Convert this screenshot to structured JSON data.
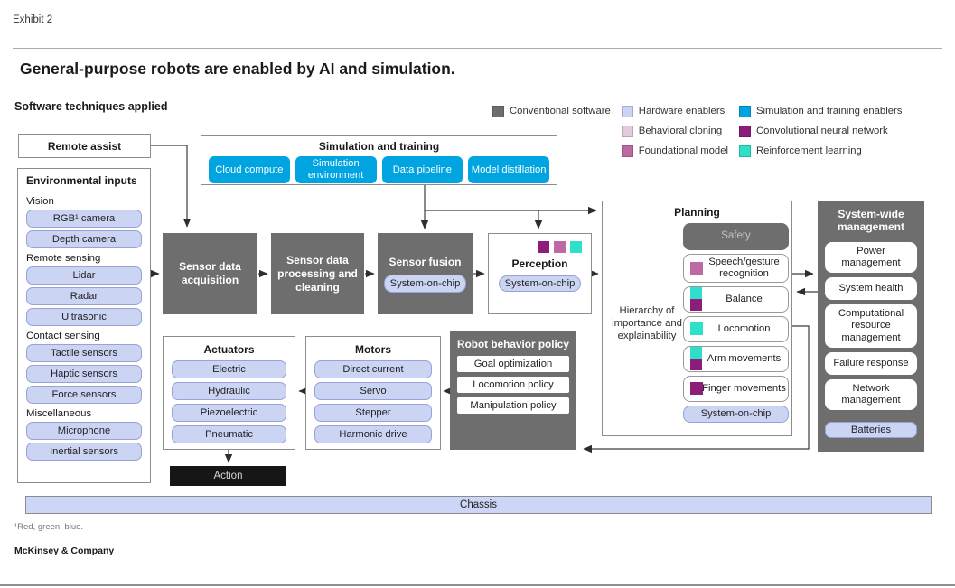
{
  "exhibit_label": "Exhibit 2",
  "title": "General-purpose robots are enabled by AI and simulation.",
  "subtitle": "Software techniques applied",
  "palette": {
    "conventional": "#6e6e6e",
    "hardware": "#ccd4f4",
    "behavioral": "#e4cbdc",
    "foundational": "#bd6aa4",
    "simulation": "#00a4e0",
    "cnn": "#8c1d78",
    "rl": "#2edfca"
  },
  "legend": {
    "columns": [
      [
        {
          "label": "Conventional software",
          "color": "conventional"
        }
      ],
      [
        {
          "label": "Hardware enablers",
          "color": "hardware"
        },
        {
          "label": "Behavioral cloning",
          "color": "behavioral"
        },
        {
          "label": "Foundational model",
          "color": "foundational"
        }
      ],
      [
        {
          "label": "Simulation and training enablers",
          "color": "simulation"
        },
        {
          "label": "Convolutional neural network",
          "color": "cnn"
        },
        {
          "label": "Reinforcement learning",
          "color": "rl"
        }
      ]
    ]
  },
  "remote_assist": {
    "label": "Remote assist"
  },
  "environmental_inputs": {
    "title": "Environmental inputs",
    "groups": [
      {
        "label": "Vision",
        "items": [
          "RGB¹ camera",
          "Depth camera"
        ]
      },
      {
        "label": "Remote sensing",
        "items": [
          "Lidar",
          "Radar",
          "Ultrasonic"
        ]
      },
      {
        "label": "Contact sensing",
        "items": [
          "Tactile sensors",
          "Haptic sensors",
          "Force sensors"
        ]
      },
      {
        "label": "Miscellaneous",
        "items": [
          "Microphone",
          "Inertial sensors"
        ]
      }
    ]
  },
  "simulation_training": {
    "title": "Simulation and training",
    "items": [
      "Cloud compute",
      "Simulation environment",
      "Data pipeline",
      "Model distillation"
    ]
  },
  "pipeline": {
    "sensor_data_acquisition": "Sensor data acquisition",
    "sensor_data_processing": "Sensor data processing and cleaning",
    "sensor_fusion": {
      "title": "Sensor fusion",
      "chip": "System-on-chip"
    },
    "perception": {
      "title": "Perception",
      "chip": "System-on-chip",
      "markers": [
        "cnn",
        "foundational",
        "rl"
      ]
    }
  },
  "planning": {
    "title": "Planning",
    "axis_label": "Hierarchy of importance and explainability",
    "items": [
      {
        "label": "Safety",
        "type": "gray"
      },
      {
        "label": "Speech/gesture recognition",
        "markers": [
          "foundational"
        ]
      },
      {
        "label": "Balance",
        "markers": [
          "rl",
          "cnn"
        ]
      },
      {
        "label": "Locomotion",
        "markers": [
          "rl"
        ]
      },
      {
        "label": "Arm movements",
        "markers": [
          "rl",
          "cnn"
        ]
      },
      {
        "label": "Finger movements",
        "markers": [
          "cnn"
        ]
      },
      {
        "label": "System-on-chip",
        "type": "chip"
      }
    ]
  },
  "system_wide_management": {
    "title": "System-wide management",
    "items": [
      "Power management",
      "System health",
      "Computational resource management",
      "Failure response",
      "Network management"
    ],
    "chip": "Batteries"
  },
  "actuators": {
    "title": "Actuators",
    "items": [
      "Electric",
      "Hydraulic",
      "Piezoelectric",
      "Pneumatic"
    ]
  },
  "motors": {
    "title": "Motors",
    "items": [
      "Direct current",
      "Servo",
      "Stepper",
      "Harmonic drive"
    ]
  },
  "robot_behavior_policy": {
    "title": "Robot behavior policy",
    "items": [
      "Goal optimization",
      "Locomotion policy",
      "Manipulation policy"
    ]
  },
  "action": {
    "label": "Action"
  },
  "chassis": {
    "label": "Chassis"
  },
  "footnote": "¹Red, green, blue.",
  "brand": "McKinsey & Company"
}
